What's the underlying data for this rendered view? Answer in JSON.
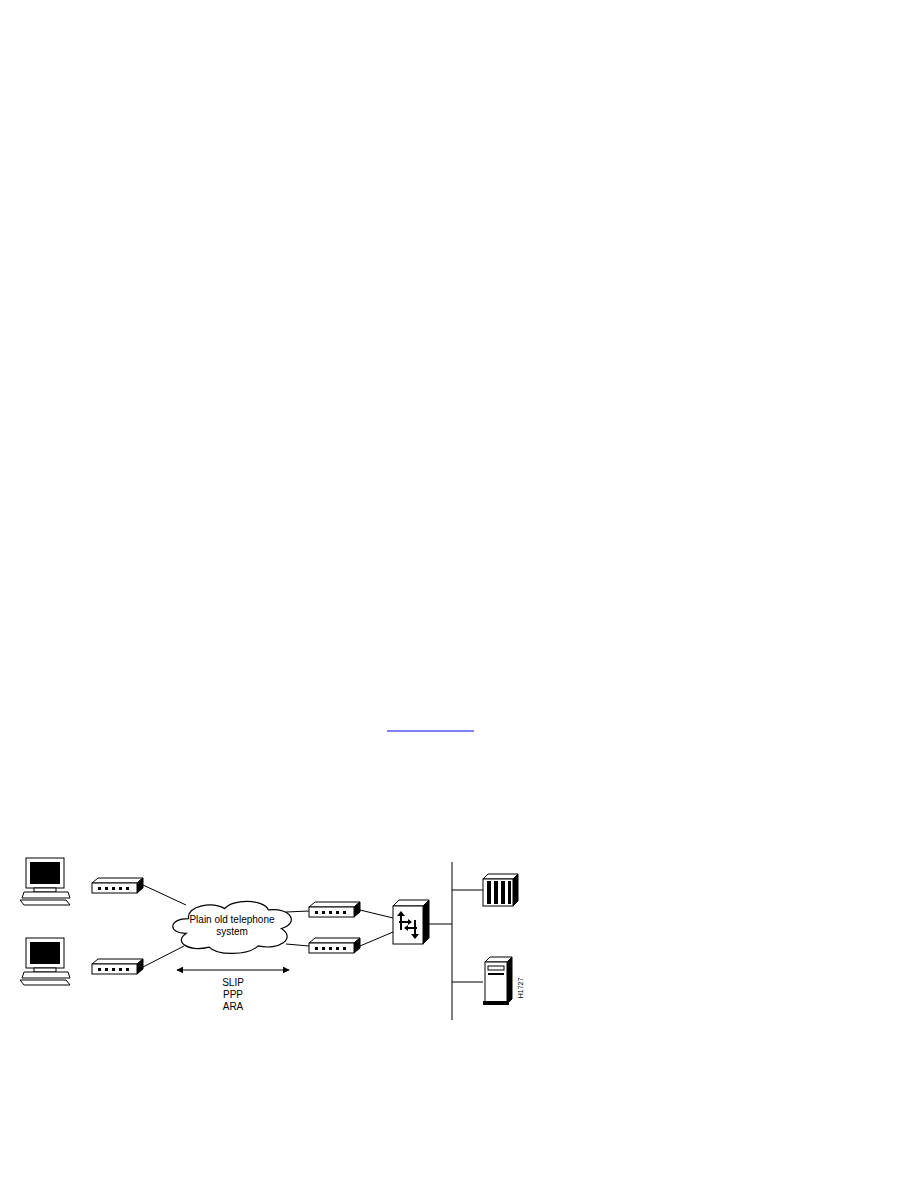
{
  "diagram": {
    "nodes": [
      {
        "text": [
          "Plain old telephone system"
        ]
      }
    ],
    "labels": [
      "SLIP",
      "PPP",
      "ARA",
      "H1727"
    ]
  }
}
